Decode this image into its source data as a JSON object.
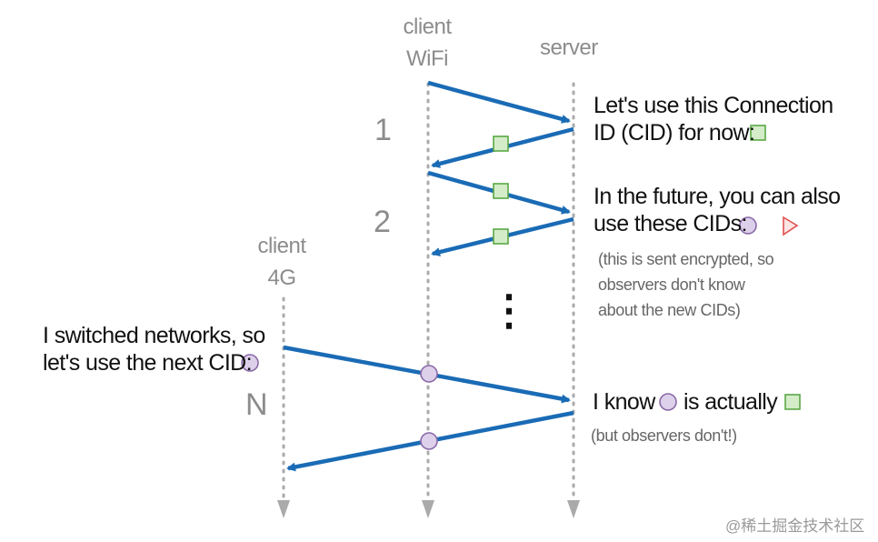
{
  "headers": {
    "client_wifi": [
      "client",
      "WiFi"
    ],
    "server": "server",
    "client_4g": [
      "client",
      "4G"
    ]
  },
  "steps": [
    "1",
    "2",
    "N"
  ],
  "messages": {
    "cid_now": [
      "Let's use this Connection",
      "ID (CID) for now:"
    ],
    "future_cids": [
      "In the future, you can also",
      "use these CIDs:"
    ],
    "encrypted_note": [
      "(this is sent encrypted, so",
      "observers don't know",
      "about the new CIDs)"
    ],
    "switched": [
      "I switched networks, so",
      "let's use the next CID:"
    ],
    "i_know": [
      "I know",
      "is actually"
    ],
    "observers_note": "(but observers don't!)"
  },
  "ellipsis": "⋮",
  "watermark": "@稀土掘金技术社区",
  "colors": {
    "arrow": "#1a6bb5",
    "lifeline": "#aaaaaa",
    "square_fill": "#d4ecc8",
    "square_stroke": "#5aa845",
    "circle_fill": "#ddd0ea",
    "circle_stroke": "#8a6aa8",
    "triangle_stroke": "#e05050",
    "triangle_fill": "#fce4e4"
  }
}
